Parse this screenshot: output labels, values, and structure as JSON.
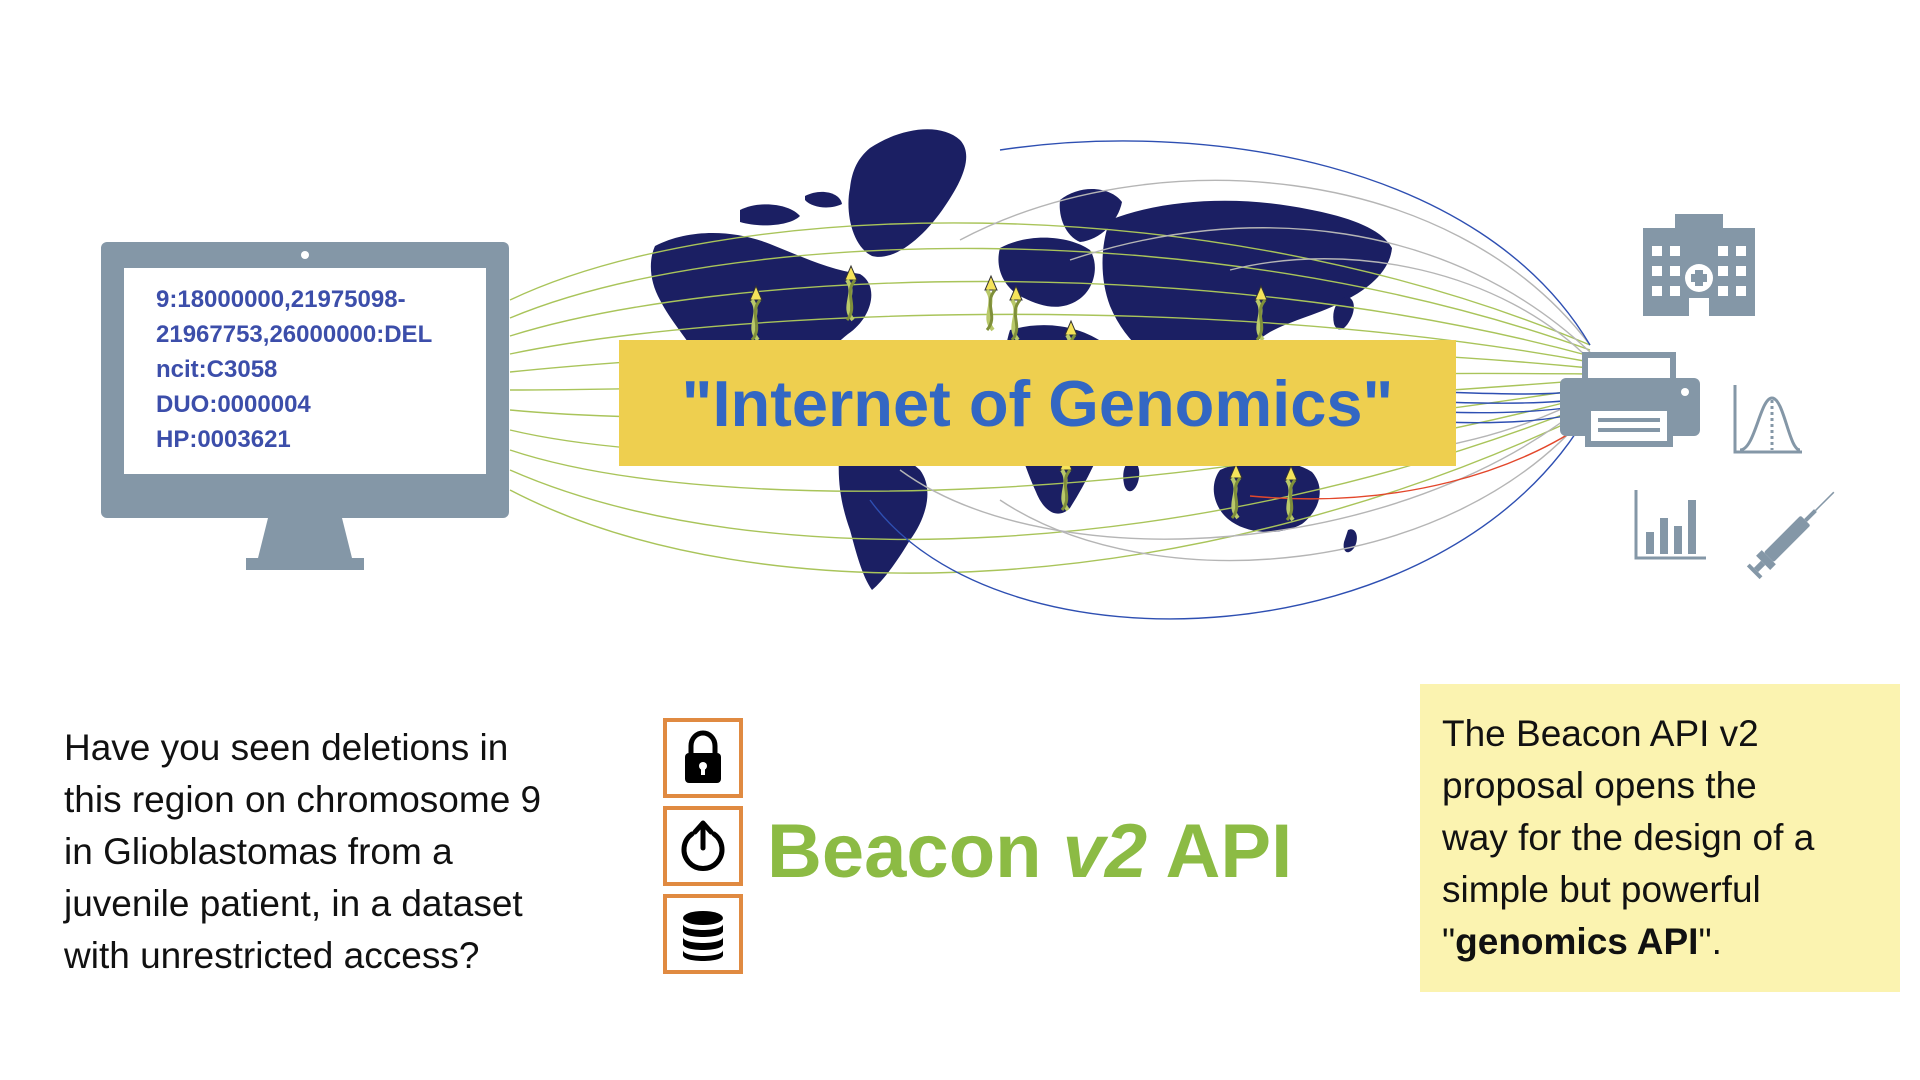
{
  "monitor": {
    "lines": [
      "9:18000000,21975098-",
      "21967753,26000000:DEL",
      "ncit:C3058",
      "DUO:0000004",
      "HP:0003621"
    ]
  },
  "banner": {
    "title": "\"Internet of Genomics\""
  },
  "question": {
    "lines": [
      "Have you seen deletions in",
      "this region on chromosome 9",
      "in Glioblastomas from a",
      "juvenile patient, in a dataset",
      "with unrestricted access?"
    ]
  },
  "beacon": {
    "prefix": "Beacon ",
    "version": "v2",
    "suffix": " API"
  },
  "note": {
    "lines": [
      "The Beacon API v2",
      "proposal opens the",
      "way for the design of a",
      "simple but powerful"
    ],
    "last_prefix": "\"",
    "last_bold": "genomics API",
    "last_suffix": "\"."
  },
  "icons": {
    "left": [
      "computer-monitor-icon"
    ],
    "stack": [
      "lock-icon",
      "power-icon",
      "database-icon"
    ],
    "right": [
      "hospital-icon",
      "printer-icon",
      "bell-curve-icon",
      "bar-chart-icon",
      "syringe-icon"
    ]
  },
  "colors": {
    "map": "#1b1f63",
    "monitor": "#8497a7",
    "banner": "#eecf4f",
    "banner_text": "#3367c3",
    "beacon_text": "#8cbb44",
    "icon_box_border": "#e08a41",
    "note_bg": "#fbf3b0",
    "line_green": "#a9c45a",
    "line_gray": "#b5b5b5",
    "line_blue": "#2e4fb2",
    "line_red": "#e3472b"
  }
}
